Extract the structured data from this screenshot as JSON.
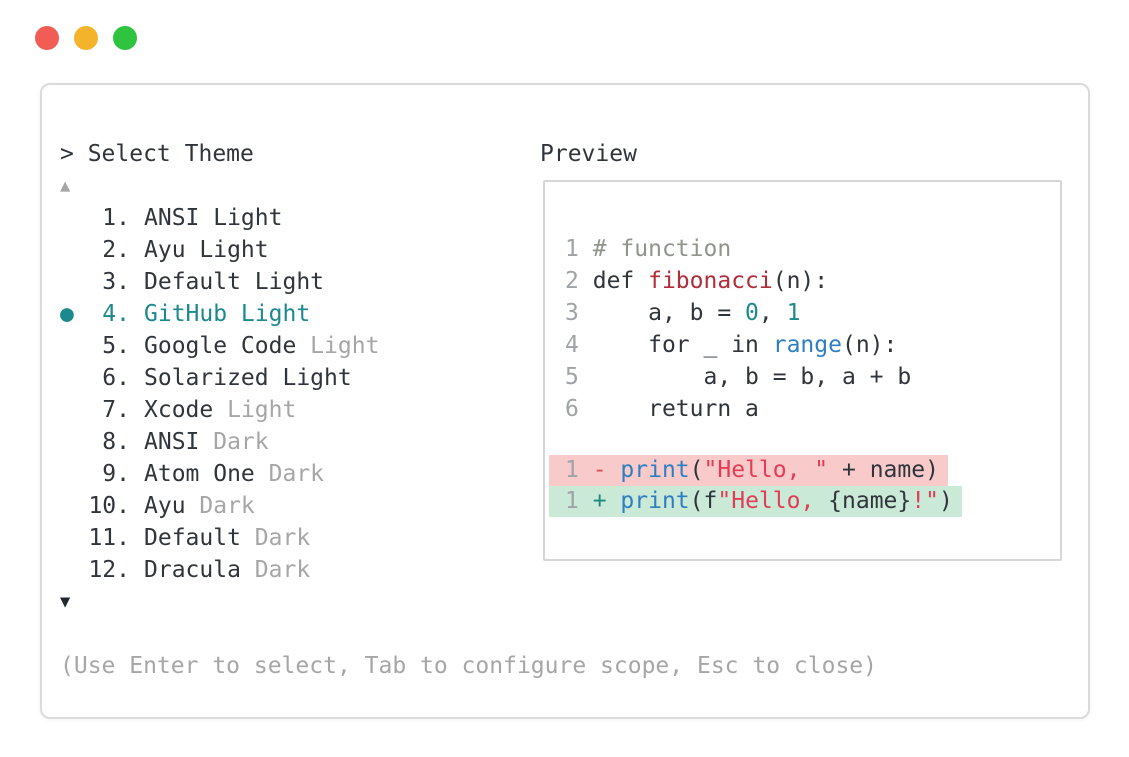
{
  "window": {
    "traffic_lights": [
      {
        "name": "close",
        "color": "#f15c55"
      },
      {
        "name": "minimize",
        "color": "#f3b32b"
      },
      {
        "name": "maximize",
        "color": "#2fc440"
      }
    ]
  },
  "selector": {
    "title": "> Select Theme",
    "scroll_up_icon": "▲",
    "scroll_down_icon": "▼",
    "selected_marker": "●",
    "items": [
      {
        "number": "1.",
        "label": "ANSI Light",
        "muted_suffix": "",
        "selected": false
      },
      {
        "number": "2.",
        "label": "Ayu Light",
        "muted_suffix": "",
        "selected": false
      },
      {
        "number": "3.",
        "label": "Default Light",
        "muted_suffix": "",
        "selected": false
      },
      {
        "number": "4.",
        "label": "GitHub Light",
        "muted_suffix": "",
        "selected": true
      },
      {
        "number": "5.",
        "label": "Google Code",
        "muted_suffix": " Light",
        "selected": false
      },
      {
        "number": "6.",
        "label": "Solarized Light",
        "muted_suffix": "",
        "selected": false
      },
      {
        "number": "7.",
        "label": "Xcode",
        "muted_suffix": " Light",
        "selected": false
      },
      {
        "number": "8.",
        "label": "ANSI",
        "muted_suffix": " Dark",
        "selected": false
      },
      {
        "number": "9.",
        "label": "Atom One",
        "muted_suffix": " Dark",
        "selected": false
      },
      {
        "number": "10.",
        "label": "Ayu",
        "muted_suffix": " Dark",
        "selected": false
      },
      {
        "number": "11.",
        "label": "Default",
        "muted_suffix": " Dark",
        "selected": false
      },
      {
        "number": "12.",
        "label": "Dracula",
        "muted_suffix": " Dark",
        "selected": false
      }
    ],
    "hint": "(Use Enter to select, Tab to configure scope, Esc to close)"
  },
  "preview": {
    "title": "Preview",
    "code_lines": [
      {
        "num": "1",
        "segments": [
          {
            "text": "# function",
            "color": "comment"
          }
        ]
      },
      {
        "num": "2",
        "segments": [
          {
            "text": "def ",
            "color": "fg"
          },
          {
            "text": "fibonacci",
            "color": "func"
          },
          {
            "text": "(n):",
            "color": "fg"
          }
        ]
      },
      {
        "num": "3",
        "segments": [
          {
            "text": "    a, b = ",
            "color": "fg"
          },
          {
            "text": "0",
            "color": "num"
          },
          {
            "text": ", ",
            "color": "fg"
          },
          {
            "text": "1",
            "color": "num"
          }
        ]
      },
      {
        "num": "4",
        "segments": [
          {
            "text": "    for _ in ",
            "color": "fg"
          },
          {
            "text": "range",
            "color": "call"
          },
          {
            "text": "(n):",
            "color": "fg"
          }
        ]
      },
      {
        "num": "5",
        "segments": [
          {
            "text": "        a, b = b, a + b",
            "color": "fg"
          }
        ]
      },
      {
        "num": "6",
        "segments": [
          {
            "text": "    return a",
            "color": "fg"
          }
        ]
      }
    ],
    "diff_lines": [
      {
        "num": "1",
        "type": "removed",
        "segments": [
          {
            "text": "- ",
            "color": "del_sign"
          },
          {
            "text": "print",
            "color": "call"
          },
          {
            "text": "(",
            "color": "fg"
          },
          {
            "text": "\"Hello, \"",
            "color": "string"
          },
          {
            "text": " + name)",
            "color": "fg"
          }
        ]
      },
      {
        "num": "1",
        "type": "added",
        "segments": [
          {
            "text": "+ ",
            "color": "add_sign"
          },
          {
            "text": "print",
            "color": "call"
          },
          {
            "text": "(f",
            "color": "fg"
          },
          {
            "text": "\"Hello, ",
            "color": "string"
          },
          {
            "text": "{name}",
            "color": "fg"
          },
          {
            "text": "!\"",
            "color": "string"
          },
          {
            "text": ")",
            "color": "fg"
          }
        ]
      }
    ]
  },
  "colors": {
    "fg": "#2f353b",
    "muted": "#a6a6a6",
    "line_number": "#9ea3a8",
    "selection_teal": "#1c898c",
    "function_red": "#b02d39",
    "call_blue": "#2e7fc1",
    "string_red": "#e23c57",
    "comment_gray": "#8f958b",
    "diff_removed_bg": "#f8caca",
    "diff_added_bg": "#cbe9d7",
    "panel_border": "#dbdbdb"
  }
}
